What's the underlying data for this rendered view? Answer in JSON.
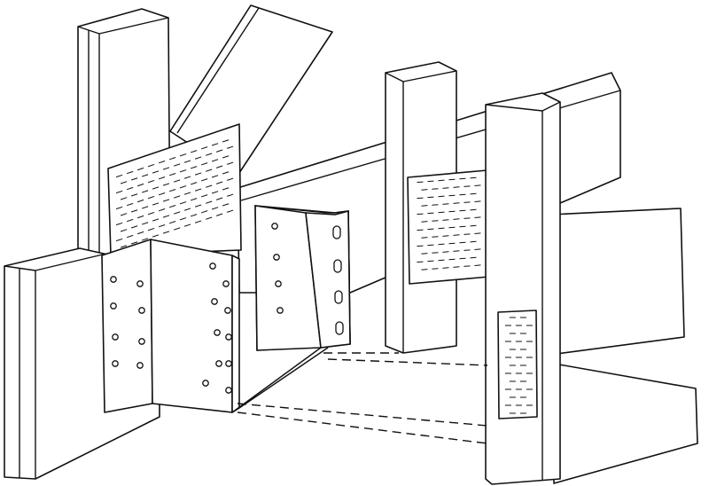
{
  "diagram": {
    "subject": "timber-joist-hanger-assembly",
    "colors": {
      "line": "#111111",
      "background": "#ffffff"
    },
    "parts": [
      "left-post",
      "diagonal-brace",
      "mesh-plate-left",
      "left-beam",
      "joist-hanger-left",
      "joist-hanger-right",
      "long-beam",
      "right-post-back",
      "right-post-front",
      "mesh-plate-right",
      "mesh-plate-bottom",
      "right-beam-back",
      "right-beam-bottom"
    ]
  }
}
